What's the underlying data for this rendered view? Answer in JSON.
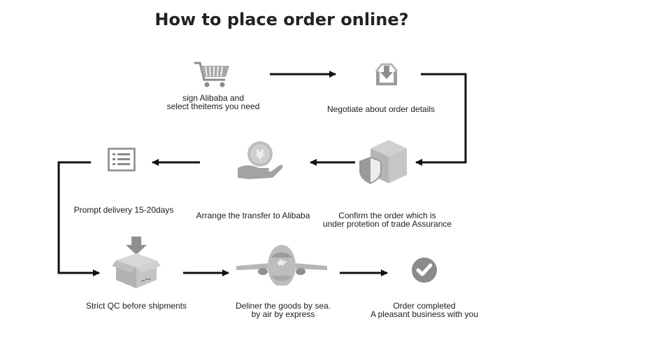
{
  "title": "How to place order online?",
  "steps": [
    {
      "icon": "shopping-cart-icon",
      "lines": [
        "sign Alibaba and",
        "select theitems you need"
      ]
    },
    {
      "icon": "inbox-download-icon",
      "lines": [
        "Negotiate about order details"
      ]
    },
    {
      "icon": "package-shield-icon",
      "lines": [
        "Confirm the order which is",
        "under protetion of trade Assurance"
      ]
    },
    {
      "icon": "yen-coin-hand-icon",
      "lines": [
        "Arrange the transfer to Alibaba"
      ]
    },
    {
      "icon": "checklist-icon",
      "lines": [
        "Prompt delivery 15-20days"
      ]
    },
    {
      "icon": "box-inspection-icon",
      "lines": [
        "Strict QC before shipments"
      ]
    },
    {
      "icon": "airplane-icon",
      "lines": [
        "Deliner the goods by sea.",
        "by air by express"
      ]
    },
    {
      "icon": "checkmark-circle-icon",
      "lines": [
        "Order completed",
        "A pleasant business with you"
      ]
    }
  ],
  "colors": {
    "icon": "#a9a9a9",
    "icon_dark": "#8a8a8a",
    "arrow": "#111111"
  }
}
